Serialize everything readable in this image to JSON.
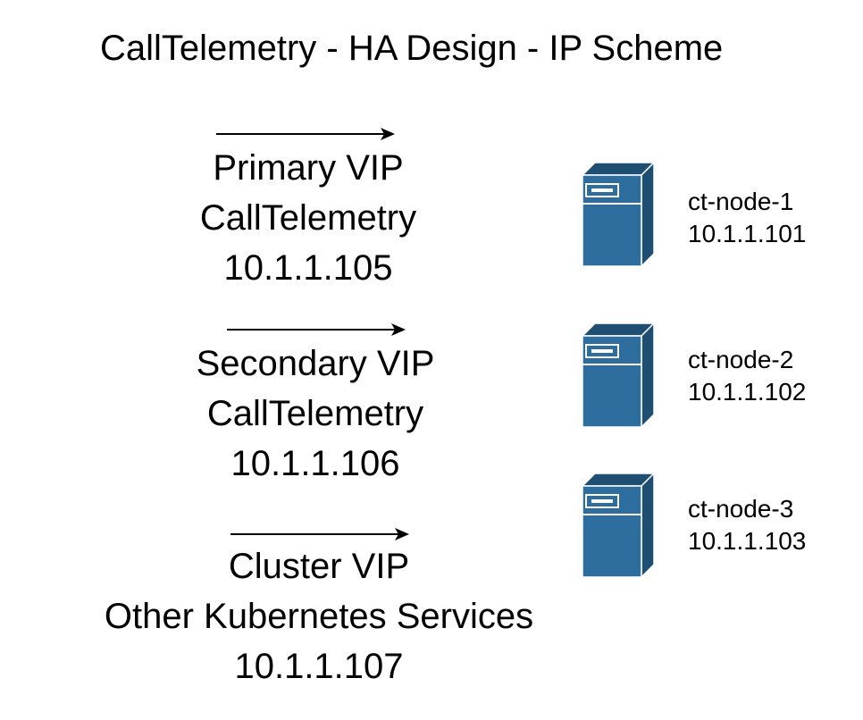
{
  "title": "CallTelemetry - HA Design - IP Scheme",
  "vips": [
    {
      "name": "Primary VIP",
      "service": "CallTelemetry",
      "ip": "10.1.1.105"
    },
    {
      "name": "Secondary VIP",
      "service": "CallTelemetry",
      "ip": "10.1.1.106"
    },
    {
      "name": "Cluster VIP",
      "service": "Other Kubernetes Services",
      "ip": "10.1.1.107"
    }
  ],
  "nodes": [
    {
      "hostname": "ct-node-1",
      "ip": "10.1.1.101"
    },
    {
      "hostname": "ct-node-2",
      "ip": "10.1.1.102"
    },
    {
      "hostname": "ct-node-3",
      "ip": "10.1.1.103"
    }
  ],
  "colors": {
    "server_fill": "#2e6e9e",
    "server_dark": "#1f4e73",
    "server_light": "#ffffff",
    "text": "#000000",
    "background": "#ffffff"
  }
}
